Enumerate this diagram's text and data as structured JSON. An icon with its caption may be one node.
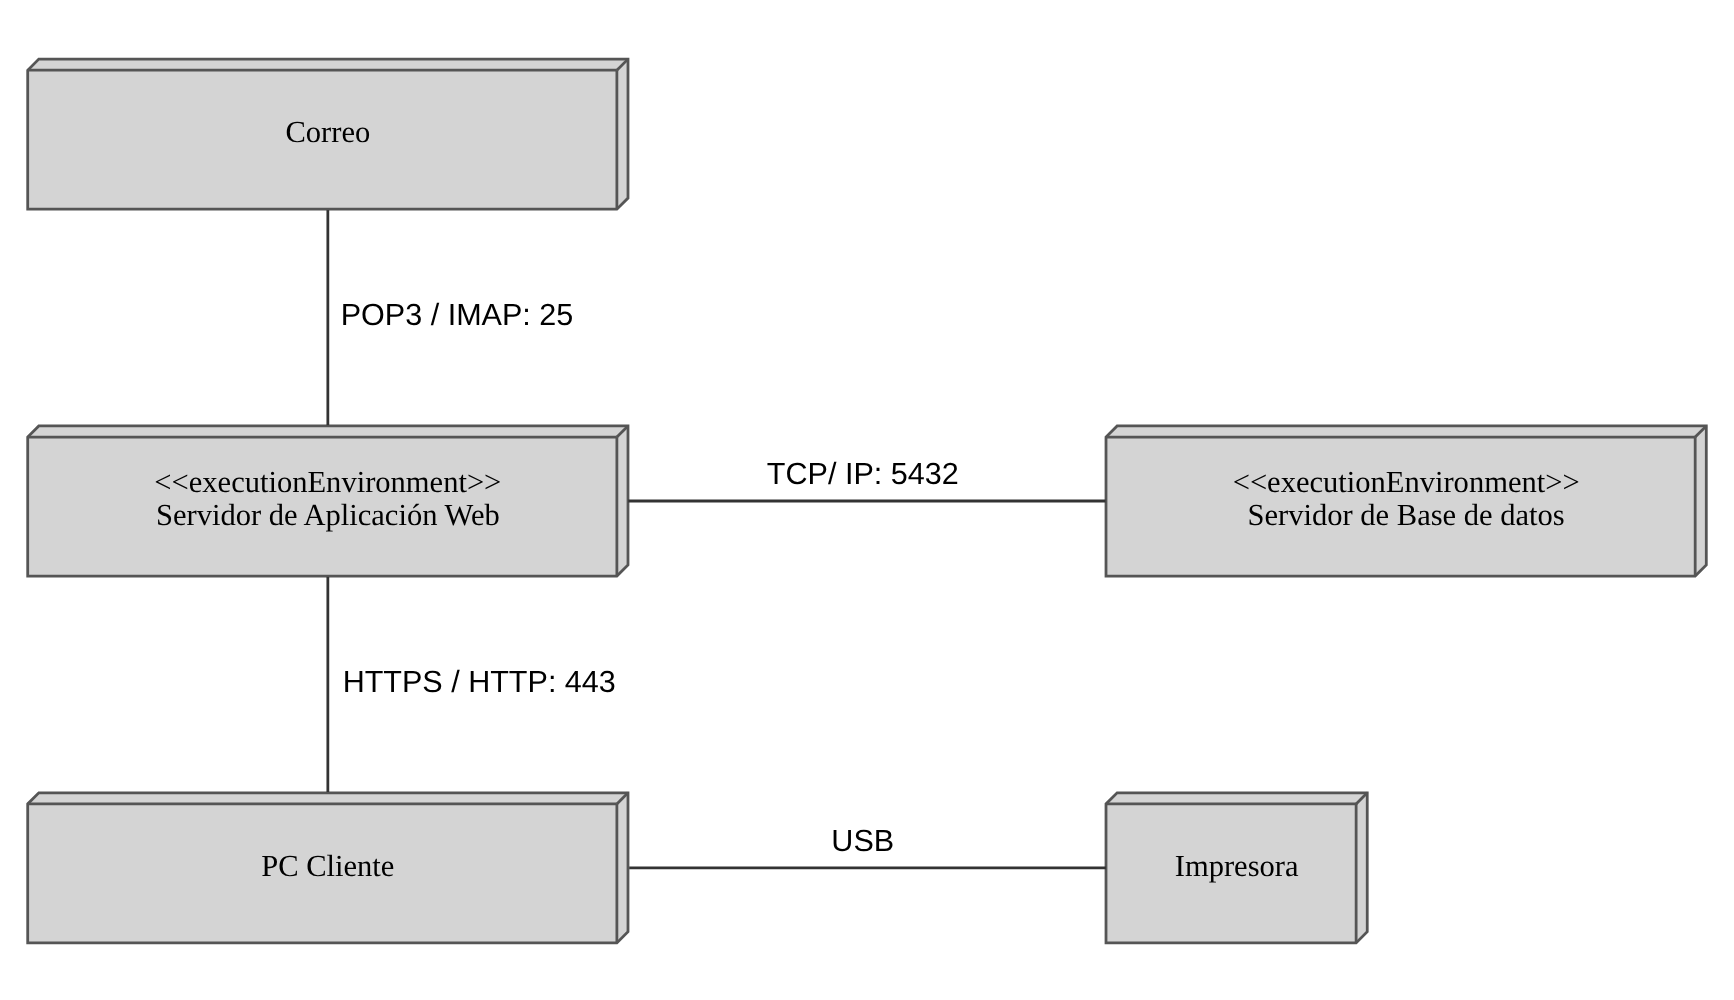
{
  "diagram": {
    "nodes": [
      {
        "text": [
          "Correo"
        ]
      },
      {
        "text": [
          "<<executionEnvironment>>",
          "Servidor de Aplicación Web"
        ]
      },
      {
        "text": [
          "<<executionEnvironment>>",
          "Servidor de Base de datos"
        ]
      },
      {
        "text": [
          "PC Cliente"
        ]
      },
      {
        "text": [
          "Impresora"
        ]
      }
    ],
    "edges": [
      {
        "from": 0,
        "to": 1,
        "arrow": "none",
        "label": "POP3 / IMAP: 25"
      },
      {
        "from": 1,
        "to": 2,
        "arrow": "none",
        "label": "TCP/ IP: 5432"
      },
      {
        "from": 1,
        "to": 3,
        "arrow": "none",
        "label": "HTTPS / HTTP: 443"
      },
      {
        "from": 3,
        "to": 4,
        "arrow": "none",
        "label": "USB"
      }
    ]
  }
}
